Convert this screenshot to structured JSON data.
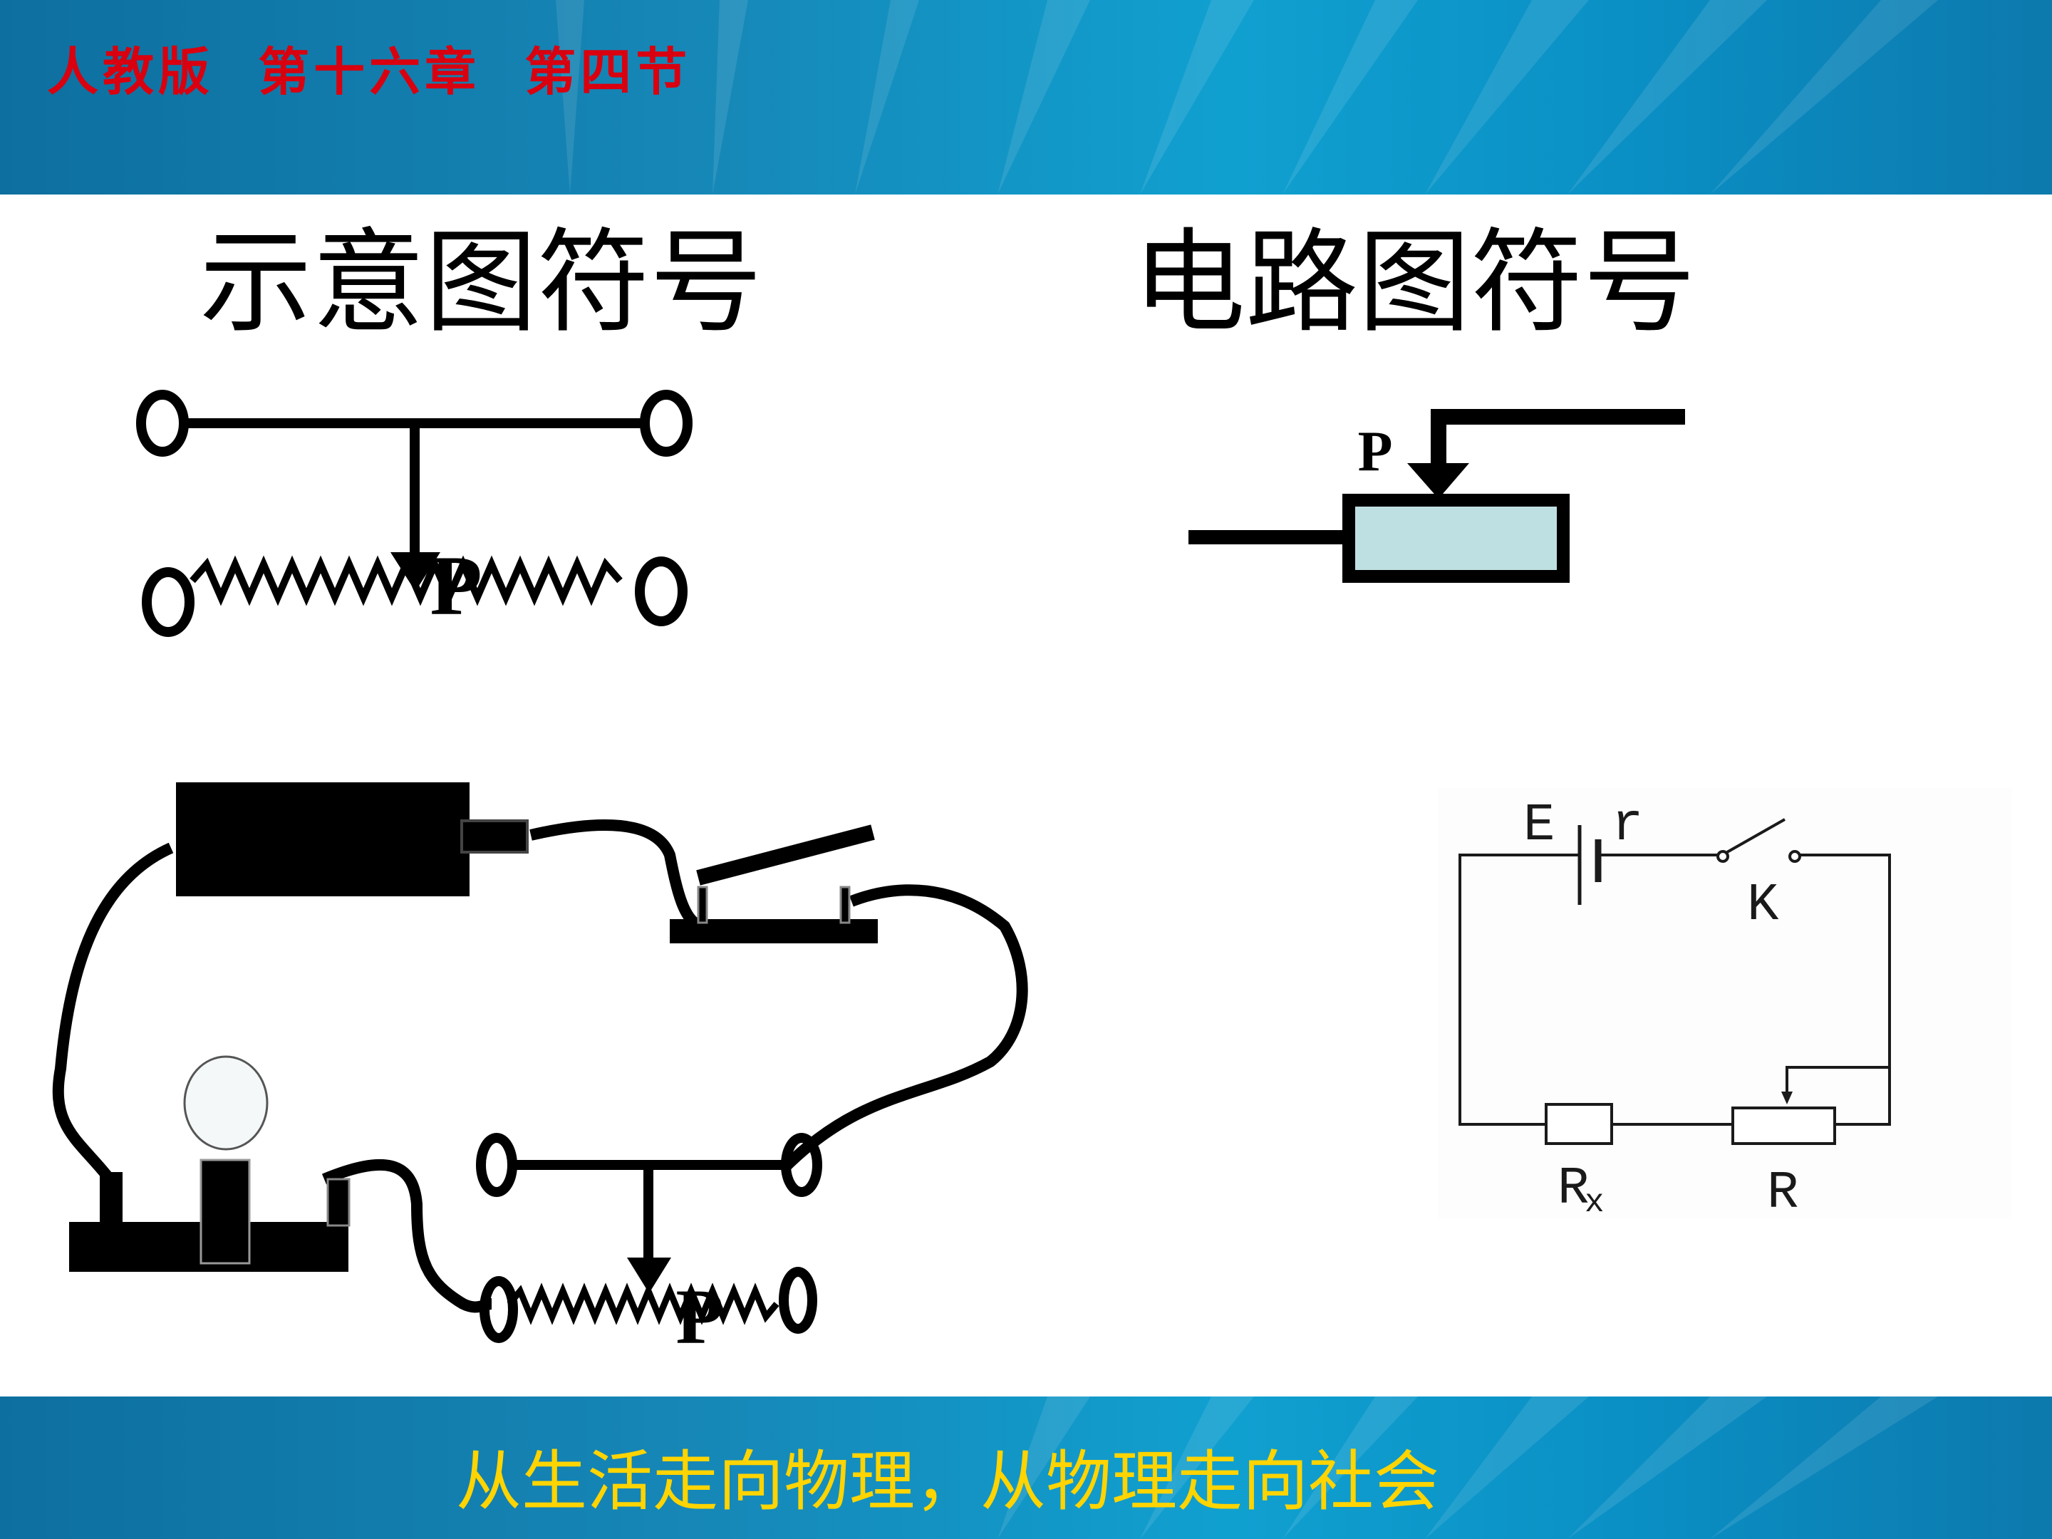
{
  "header": {
    "title": "人教版  第十六章  第四节"
  },
  "sections": {
    "schematic_title": "示意图符号",
    "circuit_title": "电路图符号"
  },
  "labels": {
    "slider_p_schematic": "P",
    "slider_p_circuit": "P",
    "slider_p_demo": "P"
  },
  "circuit": {
    "emf": "E",
    "internal_r": "r",
    "switch": "K",
    "rx": "R",
    "rx_sub": "x",
    "r": "R"
  },
  "footer": {
    "slogan": "从生活走向物理，从物理走向社会"
  },
  "colors": {
    "header_bg": "#1688b8",
    "header_text": "#d9000f",
    "footer_text": "#ffd400",
    "resistor_fill": "#bfe0e2"
  }
}
